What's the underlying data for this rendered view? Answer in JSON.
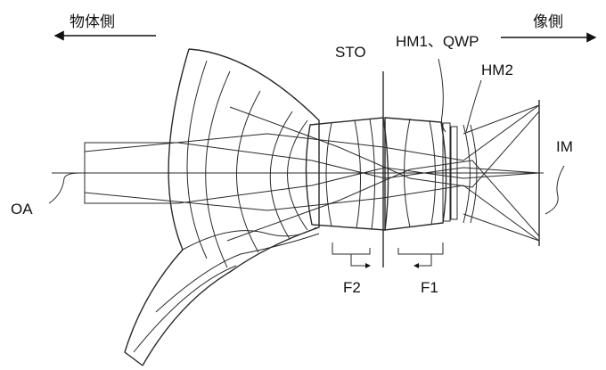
{
  "direction": {
    "object_side": "物体側",
    "image_side": "像側"
  },
  "labels": {
    "stop": "STO",
    "hm1_qwp": "HM1、QWP",
    "hm2": "HM2",
    "image_plane": "IM",
    "optical_axis": "OA",
    "group_f2": "F2",
    "group_f1": "F1"
  }
}
